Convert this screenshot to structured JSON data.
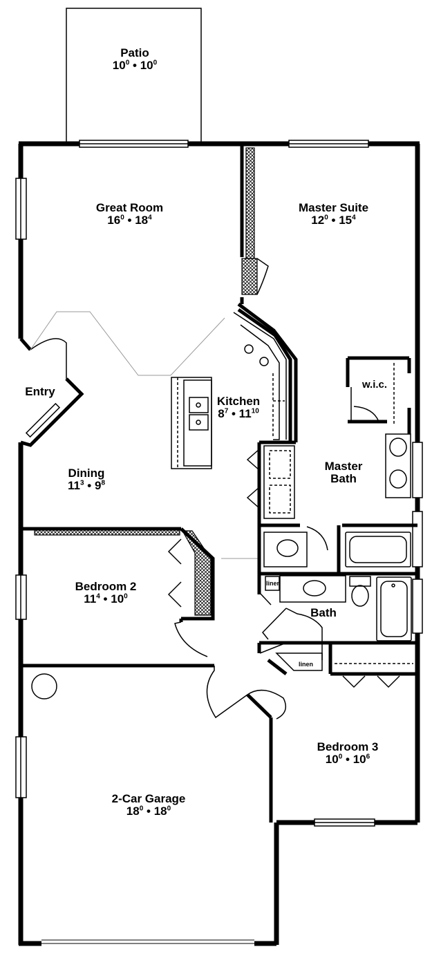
{
  "rooms": {
    "patio": {
      "name": "Patio",
      "w": "10",
      "we": "0",
      "h": "10",
      "he": "0"
    },
    "great_room": {
      "name": "Great Room",
      "w": "16",
      "we": "0",
      "h": "18",
      "he": "4"
    },
    "master_suite": {
      "name": "Master Suite",
      "w": "12",
      "we": "0",
      "h": "15",
      "he": "4"
    },
    "entry": {
      "name": "Entry"
    },
    "kitchen": {
      "name": "Kitchen",
      "w": "8",
      "we": "7",
      "h": "11",
      "he": "10"
    },
    "wic": {
      "name": "w.i.c."
    },
    "dining": {
      "name": "Dining",
      "w": "11",
      "we": "3",
      "h": "9",
      "he": "8"
    },
    "master_bath": {
      "name": "Master",
      "name2": "Bath"
    },
    "bedroom2": {
      "name": "Bedroom 2",
      "w": "11",
      "we": "4",
      "h": "10",
      "he": "0"
    },
    "bath": {
      "name": "Bath"
    },
    "linen1": {
      "name": "linen"
    },
    "linen2": {
      "name": "linen"
    },
    "bedroom3": {
      "name": "Bedroom 3",
      "w": "10",
      "we": "0",
      "h": "10",
      "he": "6"
    },
    "garage": {
      "name": "2-Car Garage",
      "w": "18",
      "we": "0",
      "h": "18",
      "he": "0"
    }
  },
  "dim_separator": "•"
}
